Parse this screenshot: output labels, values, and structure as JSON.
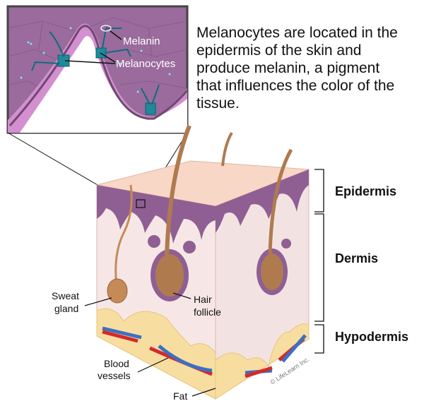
{
  "description": "Melanocytes are located in the epidermis of the skin and produce melanin, a pigment that influences the color of the tissue.",
  "inset_labels": {
    "melanin": "Melanin",
    "melanocytes": "Melanocytes"
  },
  "layers": {
    "epidermis": "Epidermis",
    "dermis": "Dermis",
    "hypodermis": "Hypodermis"
  },
  "structures": {
    "sweat_gland_1": "Sweat",
    "sweat_gland_2": "gland",
    "hair_follicle_1": "Hair",
    "hair_follicle_2": "follicle",
    "blood_vessels_1": "Blood",
    "blood_vessels_2": "vessels",
    "fat": "Fat"
  },
  "copyright": "© LifeLearn Inc.",
  "colors": {
    "epidermis": "#8f5f94",
    "dermis": "#f6e7e6",
    "fat": "#f7dea0",
    "melanocyte": "#1e8a9b",
    "artery": "#d42a2a",
    "vein": "#3c6fc4",
    "hair": "#b07a4f"
  }
}
